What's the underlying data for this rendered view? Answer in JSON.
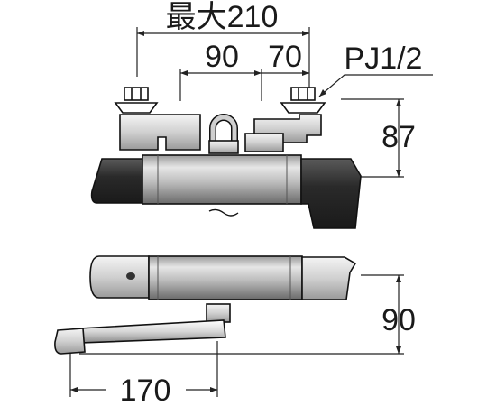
{
  "dimensions": {
    "max_total": "最大210",
    "span_left": "90",
    "span_right": "70",
    "connection": "PJ1/2",
    "height_top": "87",
    "height_bottom": "90",
    "spout_length": "170"
  },
  "colors": {
    "body_dark": "#2e2e2e",
    "body_mid": "#8f8f8f",
    "body_light": "#d9d9d9",
    "line": "#222222"
  }
}
